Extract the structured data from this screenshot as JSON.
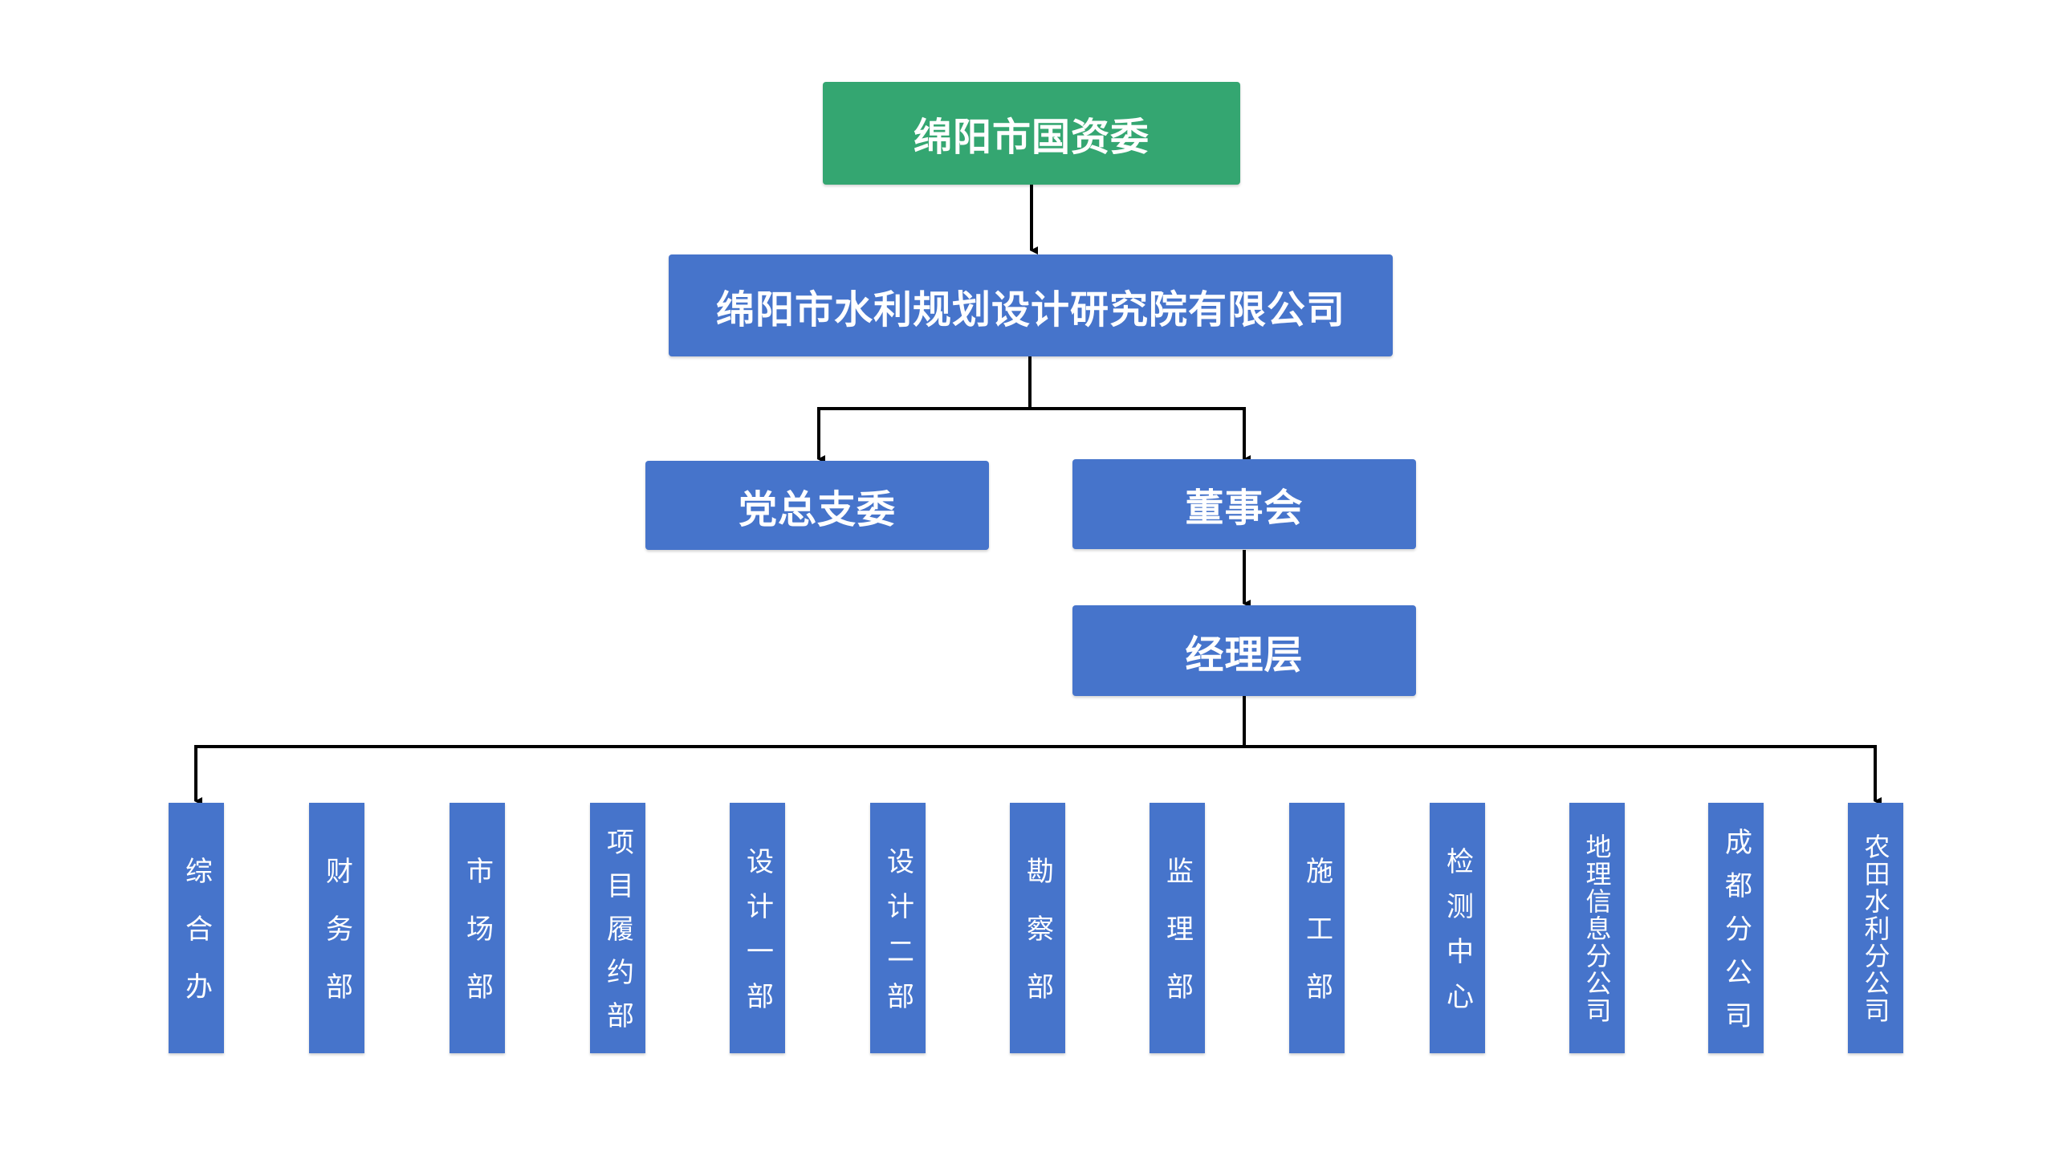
{
  "org_chart": {
    "top": "绵阳市国资委",
    "company": "绵阳市水利规划设计研究院有限公司",
    "party": "党总支委",
    "board": "董事会",
    "management": "经理层",
    "departments": [
      "综合办",
      "财务部",
      "市场部",
      "项目履约部",
      "设计一部",
      "设计二部",
      "勘察部",
      "监理部",
      "施工部",
      "检测中心",
      "地理信息分公司",
      "成都分公司",
      "农田水利分公司"
    ]
  },
  "colors": {
    "top_box": "#34a671",
    "box": "#4674cb",
    "text": "#ffffff",
    "line": "#000000"
  }
}
